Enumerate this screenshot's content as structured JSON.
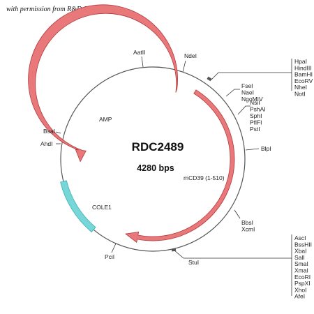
{
  "credit": "with permission from R&D Systems",
  "plasmid": {
    "name": "RDC2489",
    "size": "4280 bps"
  },
  "colors": {
    "backbone": "#555555",
    "arrow_fill": "#e8787a",
    "arrow_stroke": "#b23a3d",
    "ori_fill": "#77d6d7",
    "ori_stroke": "#3cb0b2",
    "marker": "#555555"
  },
  "features": {
    "amp": "AMP",
    "cd39": "mCD39 (1-510)",
    "cole1": "COLE1"
  },
  "sites": {
    "aatii": "AatII",
    "ndei": "NdeI",
    "mcs1": [
      "HpaI",
      "HindIII",
      "BamHI",
      "EcoRV",
      "NheI",
      "NotI"
    ],
    "fsei_group": [
      "FseI",
      "NaeI",
      "NgoMIV"
    ],
    "nsii_group": [
      "NsiI",
      "PshAI",
      "SphI",
      "PflFI",
      "PstI"
    ],
    "blpi": "BlpI",
    "bbsi_group": [
      "BbsI",
      "XcmI"
    ],
    "stui": "StuI",
    "mcs2": [
      "AscI",
      "BssHII",
      "XbaI",
      "SalI",
      "SmaI",
      "XmaI",
      "EcoRI",
      "PspXI",
      "XhoI",
      "AfeI"
    ],
    "pcii": "PciI",
    "bsai": "BsaI",
    "ahdi": "AhdI"
  }
}
